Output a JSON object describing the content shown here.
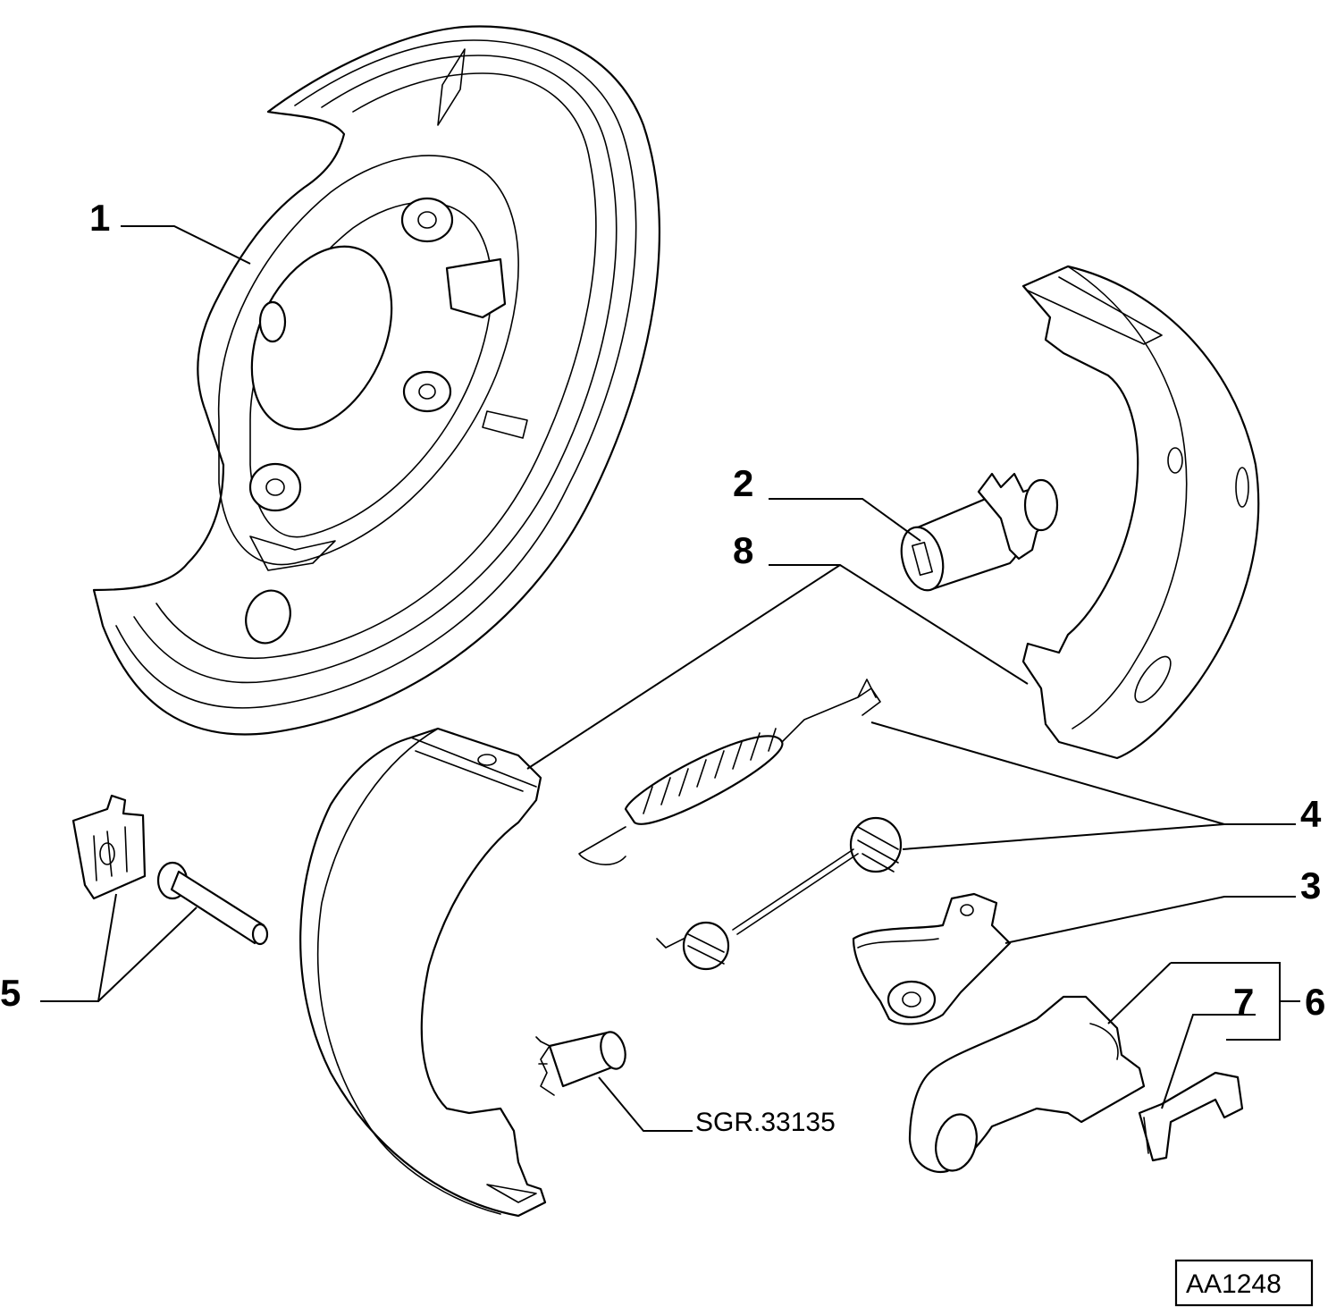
{
  "callouts": {
    "c1": "1",
    "c2": "2",
    "c3": "3",
    "c4": "4",
    "c5": "5",
    "c6": "6",
    "c7": "7",
    "c8": "8"
  },
  "reference_label": "SGR.33135",
  "drawing_code": "AA1248",
  "parts": {
    "backing_plate": "backing-plate",
    "adjuster": "adjuster",
    "brake_shoe_upper": "brake-shoe",
    "brake_shoe_lower": "brake-shoe",
    "spring_upper": "return-spring",
    "spring_lower": "return-spring",
    "lever": "lever",
    "strut": "strut",
    "clip": "clip",
    "retainer": "retainer-clip",
    "pin": "hold-down-pin",
    "cylinder_plug": "cylinder-plug"
  }
}
